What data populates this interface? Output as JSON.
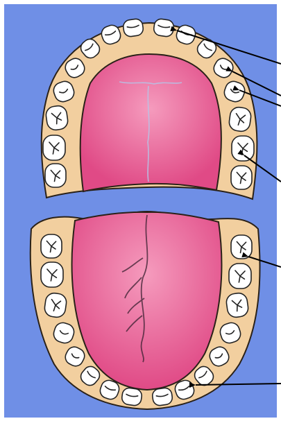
{
  "colors": {
    "background": "#6f8fe6",
    "frame": "#ffffff",
    "gum": "#f2cf9f",
    "gum_outline": "#2a2118",
    "palate": "#e04a86",
    "palate_light": "#f2a3c0",
    "tooth": "#ffffff",
    "tooth_outline": "#222222",
    "leader_line": "#000000"
  },
  "diagram": {
    "upper_arch": {
      "tooth_count": 16,
      "contains": [
        "palate",
        "palatal-raphe"
      ]
    },
    "lower_arch": {
      "tooth_count": 16,
      "contains": [
        "tongue",
        "tongue-fissure"
      ]
    },
    "pointer_arrows": [
      {
        "id": "upper-incisor-pointer"
      },
      {
        "id": "upper-canine-pointer"
      },
      {
        "id": "upper-premolar-pointer"
      },
      {
        "id": "upper-molar-pointer"
      },
      {
        "id": "lower-molar-pointer"
      },
      {
        "id": "lower-incisor-pointer"
      }
    ]
  }
}
